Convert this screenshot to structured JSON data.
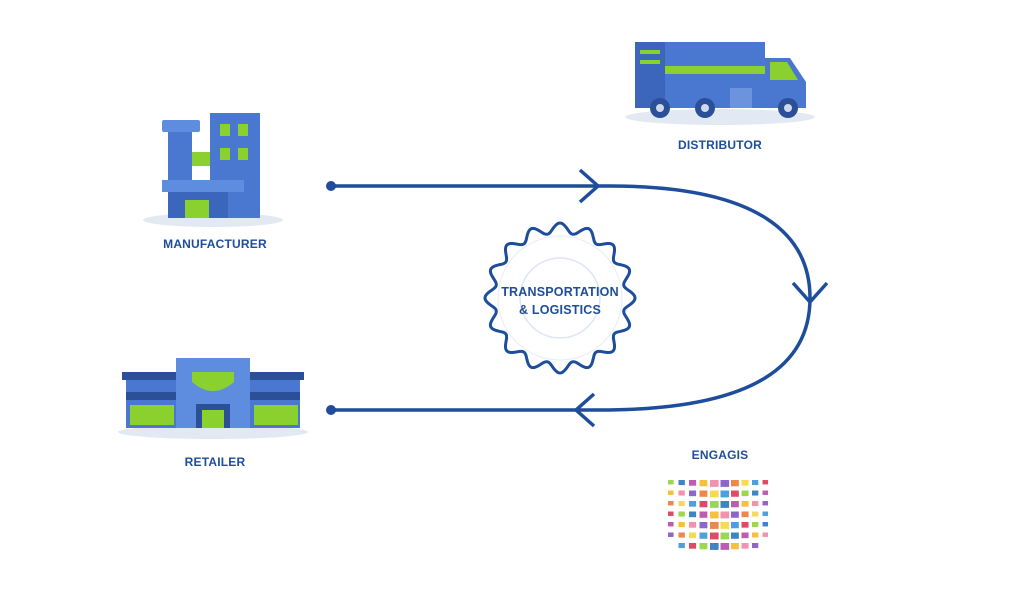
{
  "nodes": {
    "manufacturer": "MANUFACTURER",
    "distributor": "DISTRIBUTOR",
    "retailer": "RETAILER",
    "engagis": "ENGAGIS"
  },
  "center": {
    "line1": "TRANSPORTATION",
    "line2": "& LOGISTICS"
  },
  "colors": {
    "primary": "#1e4d9b",
    "building": "#4a78d0",
    "accent": "#8ad12f"
  }
}
